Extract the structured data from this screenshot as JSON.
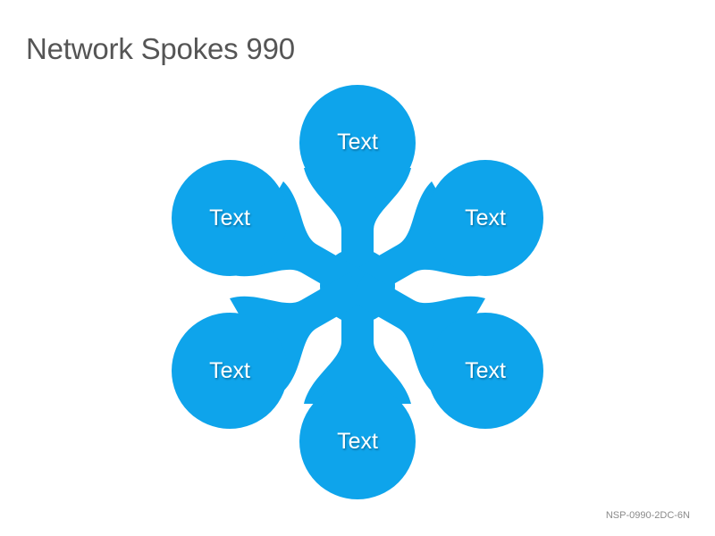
{
  "title": "Network Spokes 990",
  "diagram": {
    "colors": {
      "spoke_fill": "#0ea4eb",
      "label": "#ffffff",
      "title": "#555555"
    },
    "nodes": [
      {
        "label": "Text"
      },
      {
        "label": "Text"
      },
      {
        "label": "Text"
      },
      {
        "label": "Text"
      },
      {
        "label": "Text"
      },
      {
        "label": "Text"
      }
    ]
  },
  "footer": {
    "code": "NSP-0990-2DC-6N"
  }
}
